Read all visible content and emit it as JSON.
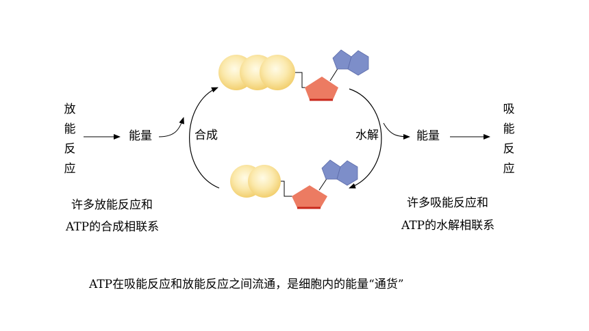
{
  "left": {
    "vertical_label": [
      "放",
      "能",
      "反",
      "应"
    ],
    "energy_label": "能量",
    "caption_line1": "许多放能反应和",
    "caption_line2": "ATP的合成相联系"
  },
  "center": {
    "synthesis_label": "合成",
    "hydrolysis_label": "水解"
  },
  "right": {
    "energy_label": "能量",
    "vertical_label": [
      "吸",
      "能",
      "反",
      "应"
    ],
    "caption_line1": "许多吸能反应和",
    "caption_line2": "ATP的水解相联系"
  },
  "footer": {
    "summary": "ATP在吸能反应和放能反应之间流通，是细胞内的能量“通货”"
  },
  "colors": {
    "phosphate": "#f7dc8c",
    "ribose": "#ec7b62",
    "ribose_edge": "#c9281c",
    "adenine": "#7d8ec9"
  }
}
